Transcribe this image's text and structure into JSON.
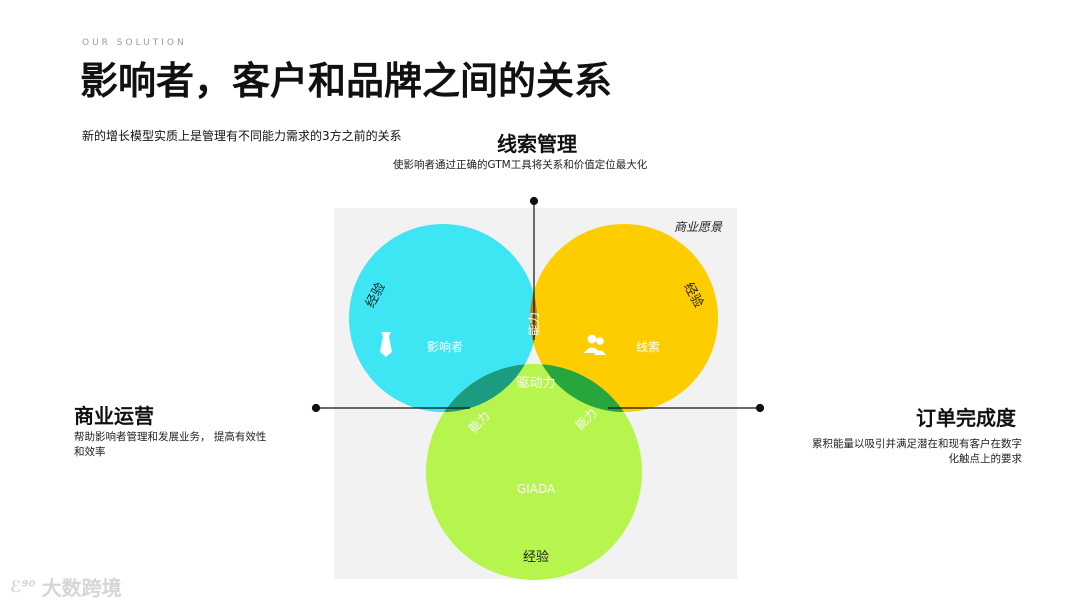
{
  "header": {
    "eyebrow": "OUR SOLUTION",
    "title": "影响者，客户和品牌之间的关系",
    "subtitle": "新的增长模型实质上是管理有不同能力需求的3方之前的关系"
  },
  "callouts": {
    "lead_management": {
      "heading": "线索管理",
      "description": "使影响者通过正确的GTM工具将关系和价值定位最大化"
    },
    "business_ops": {
      "heading": "商业运营",
      "description": "帮助影响者管理和发展业务， 提高有效性和效率"
    },
    "order_completion": {
      "heading": "订单完成度",
      "description": "累积能量以吸引并满足潜在和现有客户在数字化触点上的要求"
    }
  },
  "venn": {
    "panel_label": "商业愿景",
    "circles": {
      "influencer": {
        "label": "影响者",
        "ring_label": "经验",
        "color": "#3de6f2",
        "icon": "tie-icon"
      },
      "lead": {
        "label": "线索",
        "ring_label": "经验",
        "color": "#fecd00",
        "icon": "people-icon"
      },
      "giada": {
        "label": "GIADA",
        "ring_label": "经验",
        "color": "#b6f54e"
      }
    },
    "overlaps": {
      "influencer_lead": {
        "label": "能力",
        "color": "#a5862f"
      },
      "influencer_giada": {
        "label": "能力",
        "color": "#1b9b80"
      },
      "lead_giada": {
        "label": "能力",
        "color": "#27a63d"
      },
      "center": {
        "label": "驱动力",
        "color": "#4c7d1c"
      }
    },
    "panel_color": "#f2f2f2"
  },
  "watermark": {
    "logo": "ℰ⁹⁰",
    "text": "大数跨境"
  }
}
